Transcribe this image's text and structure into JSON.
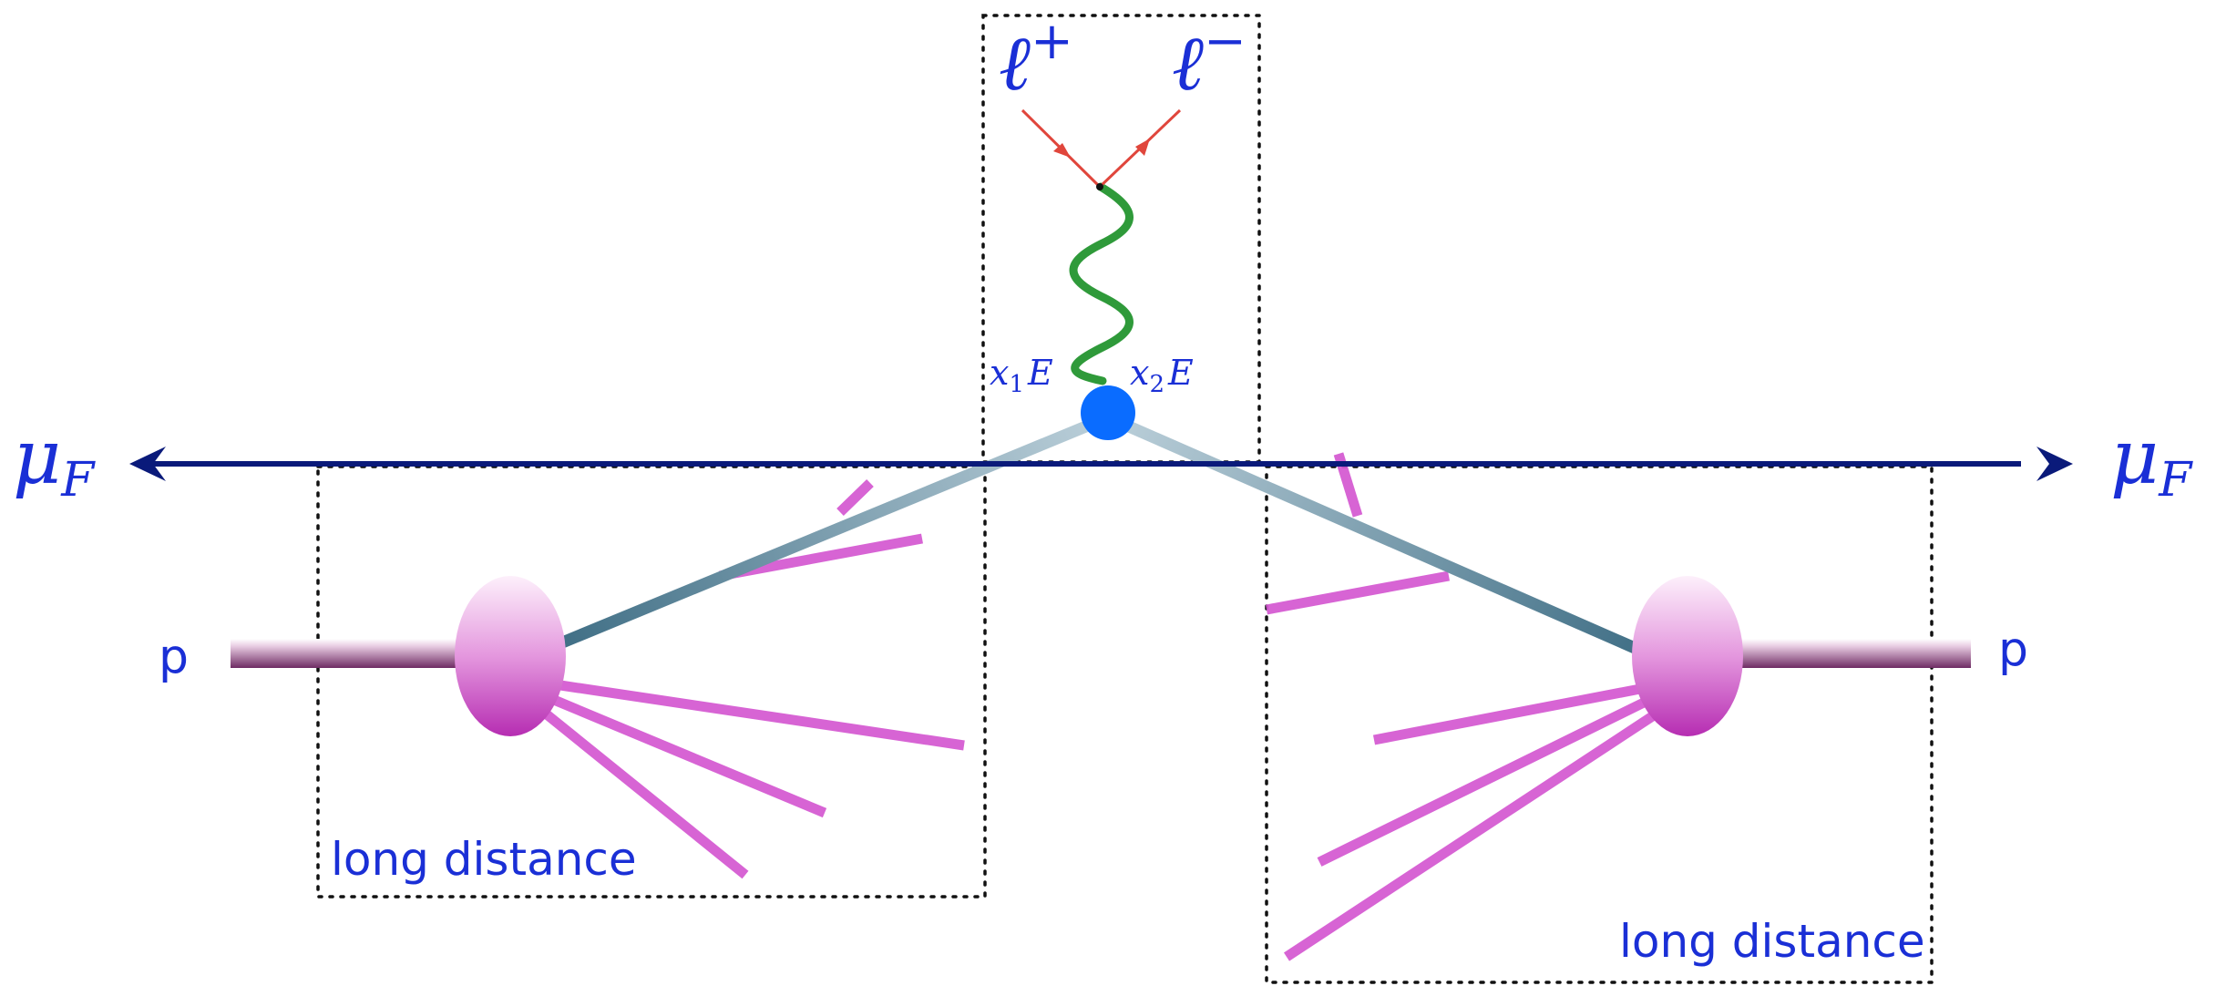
{
  "diagram": {
    "leptons": {
      "plus": {
        "symbol": "ℓ",
        "charge": "+"
      },
      "minus": {
        "symbol": "ℓ",
        "charge": "−"
      }
    },
    "momentum_fractions": {
      "left": {
        "x": "x",
        "sub": "1",
        "e": "E"
      },
      "right": {
        "x": "x",
        "sub": "2",
        "e": "E"
      }
    },
    "scale": {
      "left": {
        "mu": "μ",
        "sub": "F"
      },
      "right": {
        "mu": "μ",
        "sub": "F"
      }
    },
    "protons": {
      "left": "p",
      "right": "p"
    },
    "regions": {
      "left": "long distance",
      "right": "long distance"
    },
    "colors": {
      "lepton_lines": "#e0463c",
      "label_blue": "#1a2fd6",
      "boson": "#2f9a3a",
      "vertex": "#0a6cff",
      "scale_arrow": "#0a1a7a",
      "parton": "#4f7f95",
      "remnants": "#d04fd0",
      "proton_beam": "#7a3a70"
    }
  }
}
